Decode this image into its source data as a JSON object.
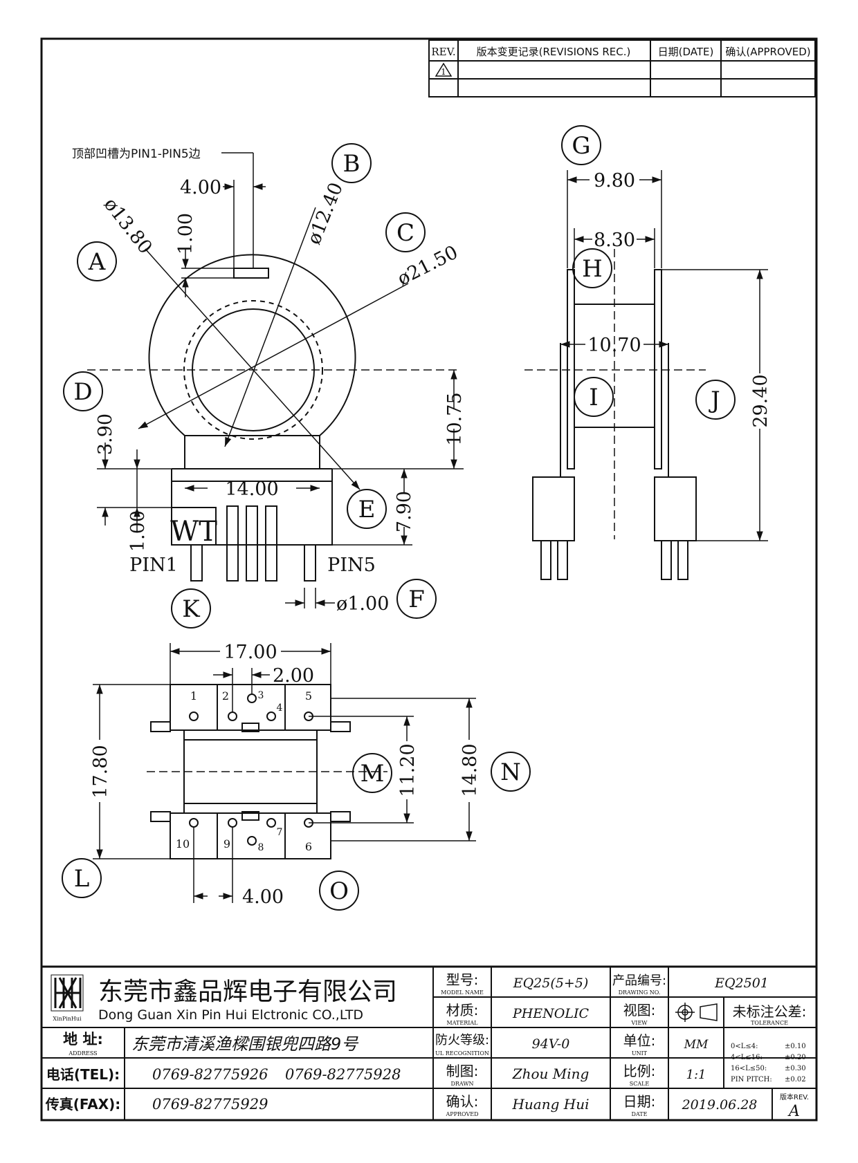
{
  "revision_table": {
    "rev_header": "REV.",
    "record_header": "版本变更记录(REVISIONS REC.)",
    "date_header": "日期(DATE)",
    "approved_header": "确认(APPROVED)",
    "rev_symbol": "1"
  },
  "notes": {
    "top_groove": "顶部凹槽为PIN1-PIN5边"
  },
  "front_view": {
    "dim_4_00": "4.00",
    "dim_1_00_top": "1.00",
    "dim_dia_13_80": "ø13.80",
    "dim_dia_12_40": "ø12.40",
    "dim_dia_21_50": "ø21.50",
    "dim_10_75": "10.75",
    "dim_3_90": "3.90",
    "dim_14_00": "14.00",
    "dim_1_00_left": "1.00",
    "dim_7_90": "7.90",
    "dim_pin_dia": "ø1.00",
    "marking": "WT",
    "pin1_label": "PIN1",
    "pin5_label": "PIN5",
    "bubble_a": "A",
    "bubble_b": "B",
    "bubble_c": "C",
    "bubble_d": "D",
    "bubble_e": "E",
    "bubble_f": "F",
    "bubble_k": "K"
  },
  "side_view": {
    "dim_9_80": "9.80",
    "dim_8_30": "8.30",
    "dim_10_70": "10.70",
    "dim_29_40": "29.40",
    "bubble_g": "G",
    "bubble_h": "H",
    "bubble_i": "I",
    "bubble_j": "J"
  },
  "bottom_view": {
    "dim_17_00": "17.00",
    "dim_2_00": "2.00",
    "dim_17_80": "17.80",
    "dim_11_20": "11.20",
    "dim_14_80": "14.80",
    "dim_4_00": "4.00",
    "pins": [
      "1",
      "2",
      "3",
      "4",
      "5",
      "6",
      "7",
      "8",
      "9",
      "10"
    ],
    "bubble_l": "L",
    "bubble_m": "M",
    "bubble_n": "N",
    "bubble_o": "O"
  },
  "title_block": {
    "company_cn": "东莞市鑫品辉电子有限公司",
    "company_en": "Dong Guan Xin Pin Hui Elctronic CO.,LTD",
    "logo_text": "XinPinHui",
    "address_label": "地 址:",
    "address_label_en": "ADDRESS",
    "address_value": "东莞市清溪渔樑围银兜四路9号",
    "tel_label": "电话(TEL):",
    "tel_value_1": "0769-82775926",
    "tel_value_2": "0769-82775928",
    "fax_label": "传真(FAX):",
    "fax_value": "0769-82775929",
    "model_label": "型号:",
    "model_label_en": "MODEL NAME",
    "model_value": "EQ25(5+5)",
    "material_label": "材质:",
    "material_label_en": "MATERIAL",
    "material_value": "PHENOLIC",
    "flame_label": "防火等级:",
    "flame_label_en": "UL RECOGNITION",
    "flame_value": "94V-0",
    "drawn_label": "制图:",
    "drawn_label_en": "DRAWN",
    "drawn_value": "Zhou Ming",
    "approved_label": "确认:",
    "approved_label_en": "APPROVED",
    "approved_value": "Huang Hui",
    "drawing_no_label": "产品编号:",
    "drawing_no_label_en": "DRAWING NO.",
    "drawing_no_value": "EQ2501",
    "view_label": "视图:",
    "view_label_en": "VIEW",
    "unit_label": "单位:",
    "unit_label_en": "UNIT",
    "unit_value": "MM",
    "scale_label": "比例:",
    "scale_label_en": "SCALE",
    "scale_value": "1:1",
    "date_label": "日期:",
    "date_label_en": "DATE",
    "date_value": "2019.06.28",
    "tolerance_title": "未标注公差:",
    "tolerance_title_en": "TOLERANCE",
    "tol_rows": [
      {
        "range": "0<L≤4:",
        "value": "±0.10"
      },
      {
        "range": "4<L≤16:",
        "value": "±0.20"
      },
      {
        "range": "16<L≤50:",
        "value": "±0.30"
      },
      {
        "range": "PIN PITCH:",
        "value": "±0.02"
      }
    ],
    "version_label": "版本REV.",
    "version_value": "A"
  }
}
